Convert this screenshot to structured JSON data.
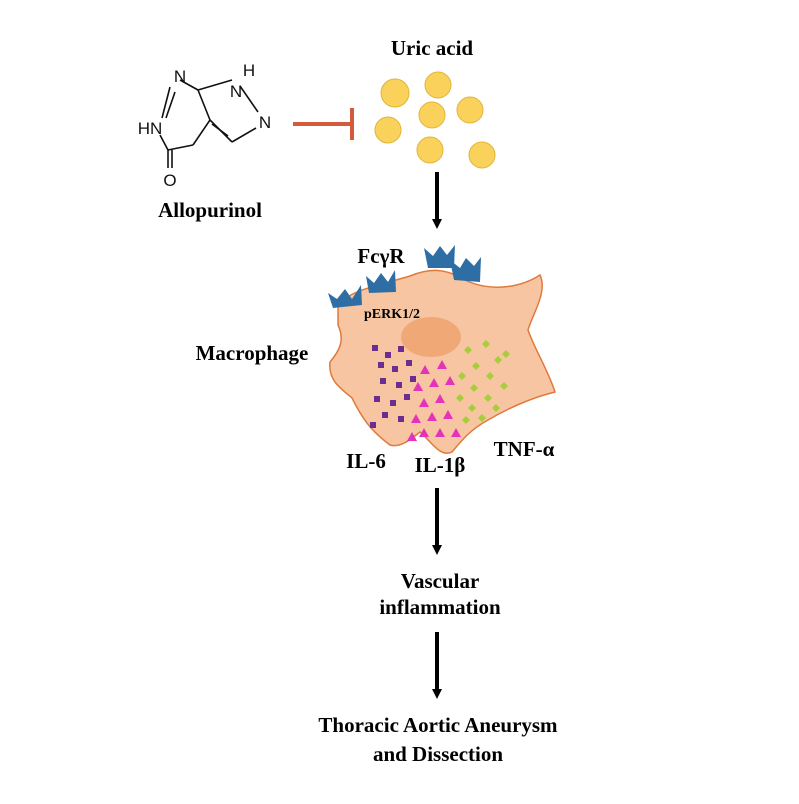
{
  "colors": {
    "inhibition": "#d45a3c",
    "uric_acid": "#f9d15b",
    "uric_acid_stroke": "#e0b537",
    "macrophage_fill": "#f8c5a2",
    "macrophage_stroke": "#e07a3a",
    "nucleus": "#f0a877",
    "receptor": "#2f6ea5",
    "il6": "#6b2d8f",
    "il1b": "#e433b8",
    "tnfa": "#a6cd3a",
    "arrow": "#000000"
  },
  "drug": {
    "name": "Allopurinol",
    "atoms": {
      "n1": "N",
      "nh_top": "H",
      "n_top": "N",
      "n_right": "N",
      "hn": "HN",
      "oxygen": "O"
    }
  },
  "uric_acid": {
    "label": "Uric acid"
  },
  "macrophage": {
    "label": "Macrophage",
    "receptor_label": "FcγR",
    "signal_label": "pERK1/2"
  },
  "cytokines": {
    "il6": "IL-6",
    "il1b": "IL-1β",
    "tnfa": "TNF-α"
  },
  "outcomes": {
    "inflammation_line1": "Vascular",
    "inflammation_line2": "inflammation",
    "disease_line1": "Thoracic Aortic Aneurysm",
    "disease_line2": "and Dissection"
  }
}
